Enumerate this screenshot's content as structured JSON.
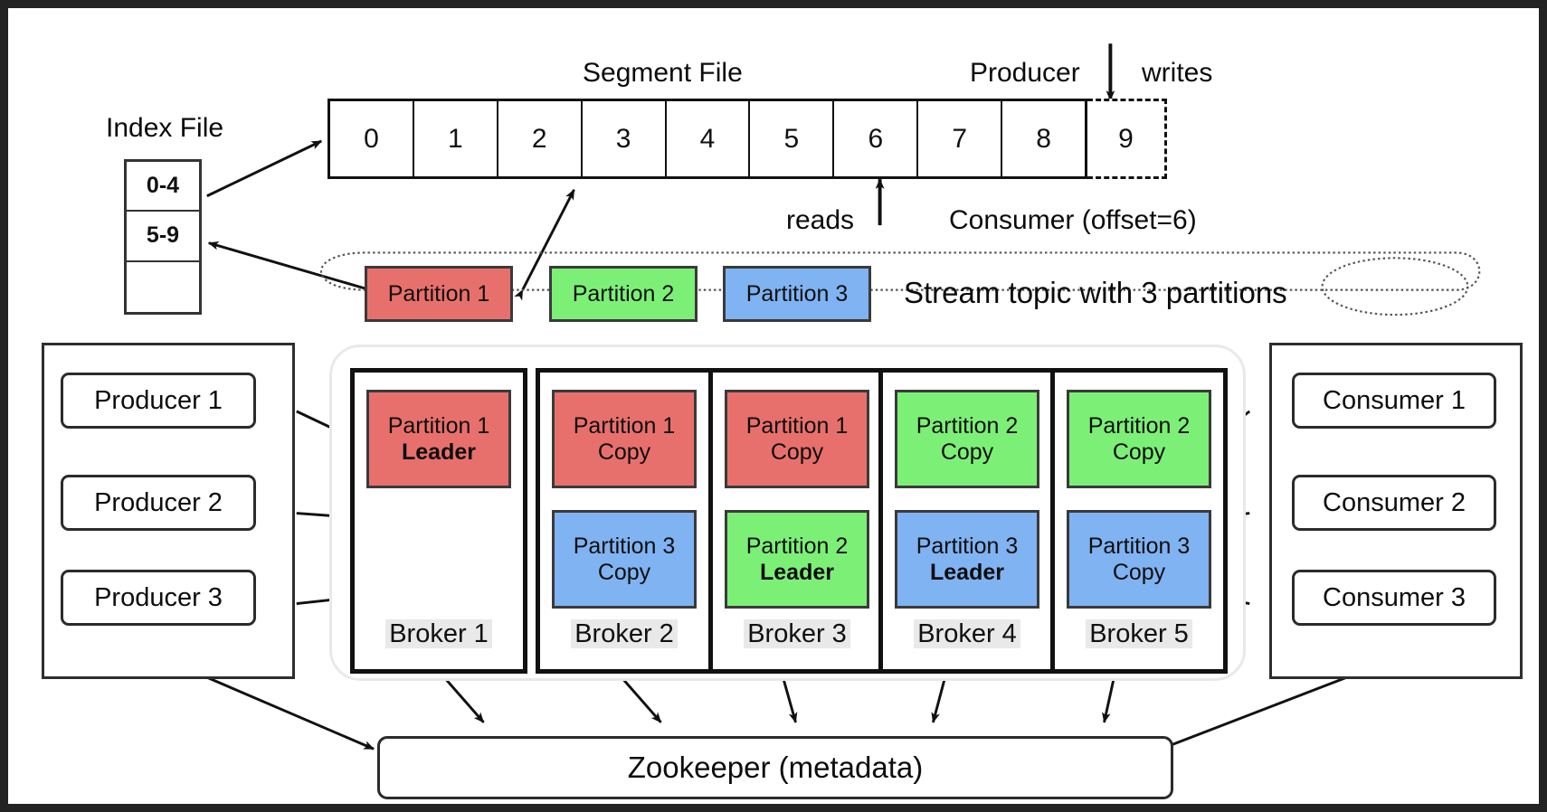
{
  "diagram": {
    "title": "Kafka stream topic, brokers and Zookeeper architecture",
    "colors": {
      "partition1": "#e8706c",
      "partition2": "#7cf076",
      "partition3": "#7fb3f2",
      "outline": "#111111",
      "broker_label_bg": "#e9e9e9",
      "background": "#ffffff"
    }
  },
  "labels": {
    "index_file": "Index File",
    "segment_file": "Segment File",
    "producer": "Producer",
    "writes": "writes",
    "reads": "reads",
    "consumer_offset": "Consumer (offset=6)",
    "stream_topic": "Stream topic with 3 partitions",
    "zookeeper": "Zookeeper (metadata)"
  },
  "index_file": {
    "rows": [
      "0-4",
      "5-9",
      ""
    ]
  },
  "segment_file": {
    "cells": [
      "0",
      "1",
      "2",
      "3",
      "4",
      "5",
      "6",
      "7",
      "8"
    ],
    "pending_cell": "9"
  },
  "topic": {
    "partitions": [
      {
        "label": "Partition 1",
        "color": "#e8706c"
      },
      {
        "label": "Partition 2",
        "color": "#7cf076"
      },
      {
        "label": "Partition 3",
        "color": "#7fb3f2"
      }
    ]
  },
  "producers": {
    "items": [
      "Producer 1",
      "Producer 2",
      "Producer 3"
    ]
  },
  "consumers": {
    "items": [
      "Consumer 1",
      "Consumer 2",
      "Consumer 3"
    ]
  },
  "brokers": [
    {
      "name": "Broker 1",
      "top": {
        "partition": "Partition 1",
        "role": "Leader",
        "color": "#e8706c",
        "bold": true
      },
      "bottom": null
    },
    {
      "name": "Broker 2",
      "top": {
        "partition": "Partition 1",
        "role": "Copy",
        "color": "#e8706c",
        "bold": false
      },
      "bottom": {
        "partition": "Partition 3",
        "role": "Copy",
        "color": "#7fb3f2",
        "bold": false
      }
    },
    {
      "name": "Broker 3",
      "top": {
        "partition": "Partition 1",
        "role": "Copy",
        "color": "#e8706c",
        "bold": false
      },
      "bottom": {
        "partition": "Partition 2",
        "role": "Leader",
        "color": "#7cf076",
        "bold": true
      }
    },
    {
      "name": "Broker 4",
      "top": {
        "partition": "Partition 2",
        "role": "Copy",
        "color": "#7cf076",
        "bold": false
      },
      "bottom": {
        "partition": "Partition 3",
        "role": "Leader",
        "color": "#7fb3f2",
        "bold": true
      }
    },
    {
      "name": "Broker 5",
      "top": {
        "partition": "Partition 2",
        "role": "Copy",
        "color": "#7cf076",
        "bold": false
      },
      "bottom": {
        "partition": "Partition 3",
        "role": "Copy",
        "color": "#7fb3f2",
        "bold": false
      }
    }
  ],
  "zookeeper": {
    "label": "Zookeeper (metadata)"
  }
}
